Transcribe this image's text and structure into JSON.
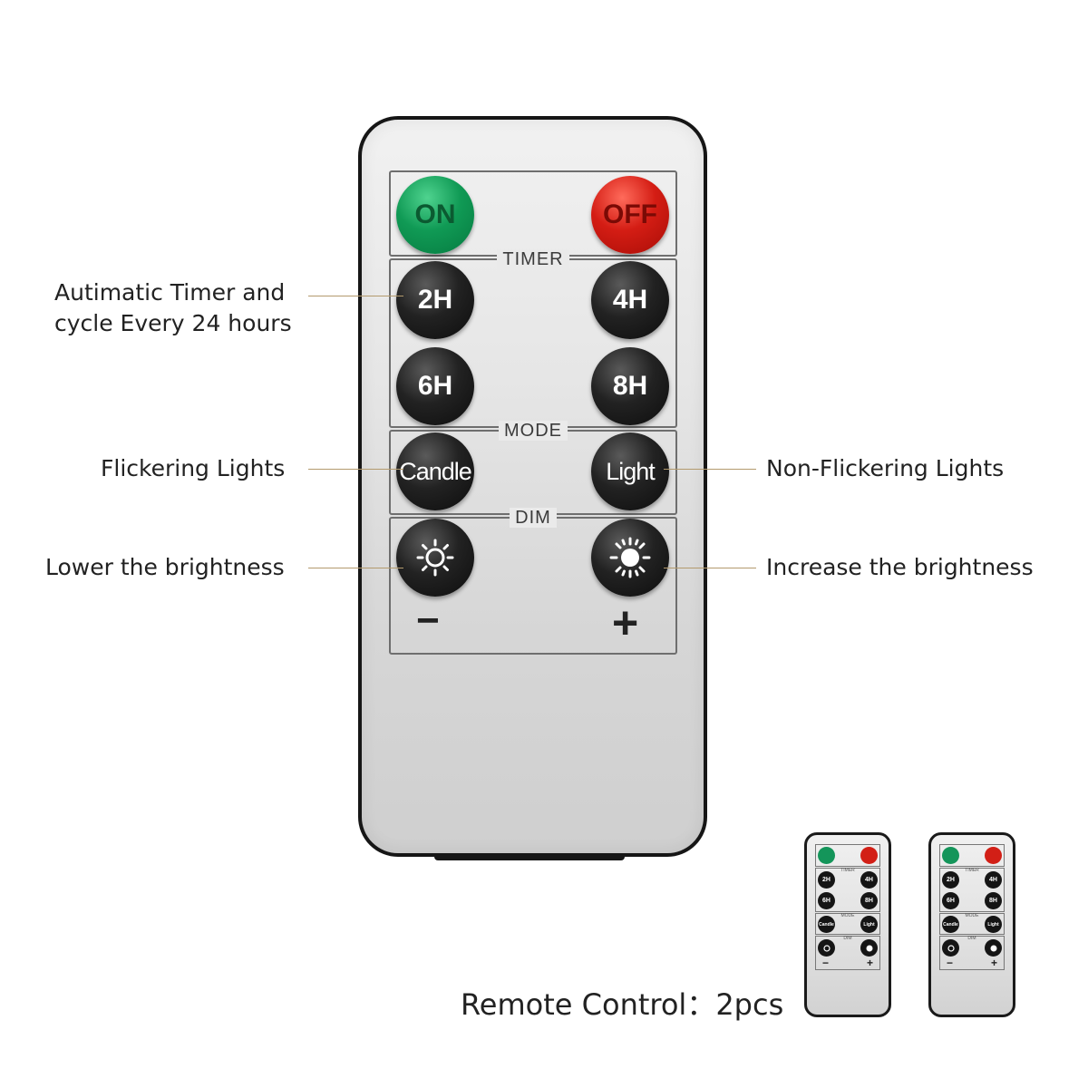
{
  "remote": {
    "power": {
      "on_label": "ON",
      "off_label": "OFF",
      "on_color": "#109a55",
      "off_color": "#d41d14"
    },
    "timer": {
      "title": "TIMER",
      "buttons": [
        "2H",
        "4H",
        "6H",
        "8H"
      ]
    },
    "mode": {
      "title": "MODE",
      "candle_label": "Candle",
      "light_label": "Light"
    },
    "dim": {
      "title": "DIM",
      "lower_icon": "sun-outline-icon",
      "raise_icon": "sun-filled-icon",
      "minus_sign": "−",
      "plus_sign": "+"
    }
  },
  "callouts": {
    "timer_line1": "Autimatic Timer and",
    "timer_line2": "cycle Every 24 hours",
    "flicker": "Flickering Lights",
    "non_flicker": "Non-Flickering Lights",
    "lower": "Lower the brightness",
    "increase": "Increase the brightness",
    "line_color": "#b39a6d"
  },
  "mini_remote": {
    "timer_title": "TIMER",
    "mode_title": "MODE",
    "dim_title": "DIM",
    "buttons": [
      "2H",
      "4H",
      "6H",
      "8H"
    ],
    "candle": "Candle",
    "light": "Light",
    "minus": "−",
    "plus": "+"
  },
  "caption": "Remote Control：2pcs"
}
